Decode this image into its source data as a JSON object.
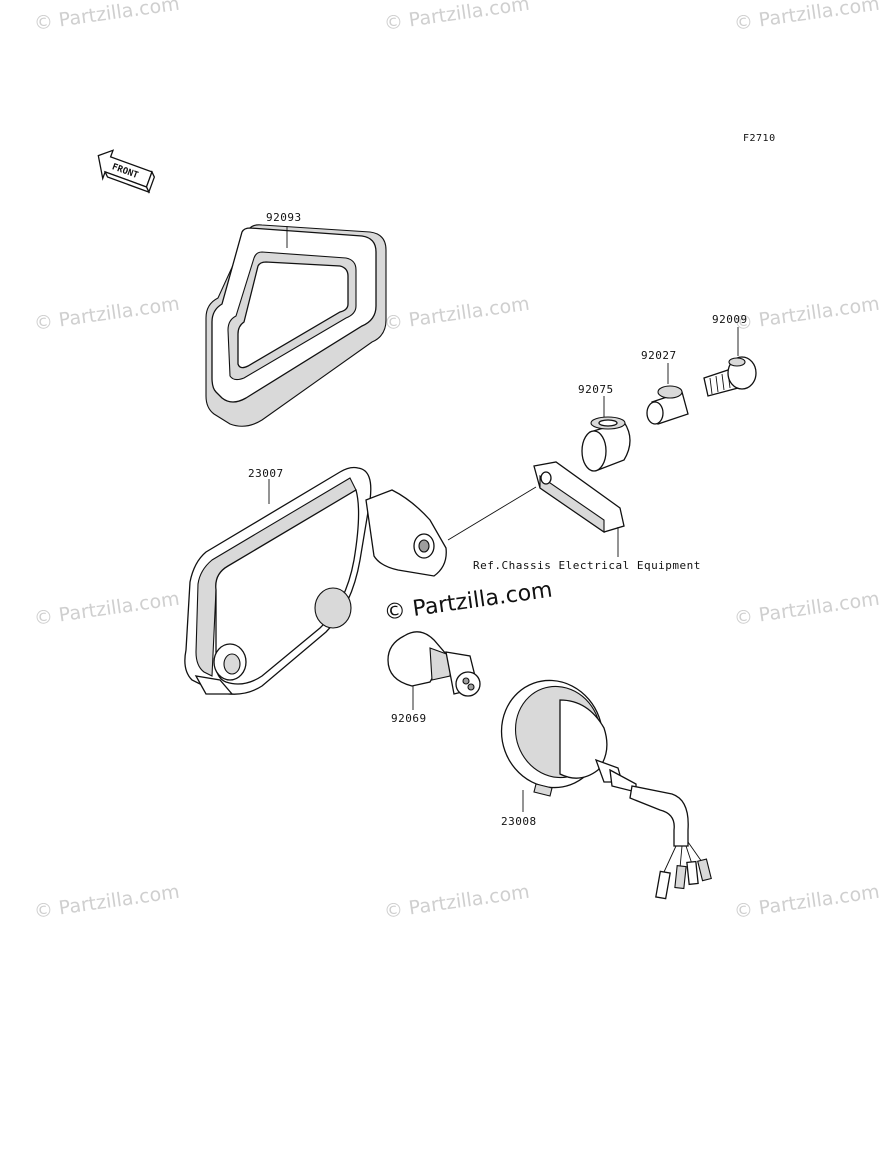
{
  "diagram": {
    "figure_code": "F2710",
    "direction_label": "FRONT",
    "reference_note": "Ref.Chassis Electrical Equipment",
    "parts": [
      {
        "id": "part-92093",
        "number": "92093"
      },
      {
        "id": "part-92009",
        "number": "92009"
      },
      {
        "id": "part-92027",
        "number": "92027"
      },
      {
        "id": "part-92075",
        "number": "92075"
      },
      {
        "id": "part-23007",
        "number": "23007"
      },
      {
        "id": "part-92069",
        "number": "92069"
      },
      {
        "id": "part-23008",
        "number": "23008"
      }
    ]
  },
  "watermarks": {
    "repeated_text": "© Partzilla.com",
    "center_text": "© Partzilla.com"
  }
}
